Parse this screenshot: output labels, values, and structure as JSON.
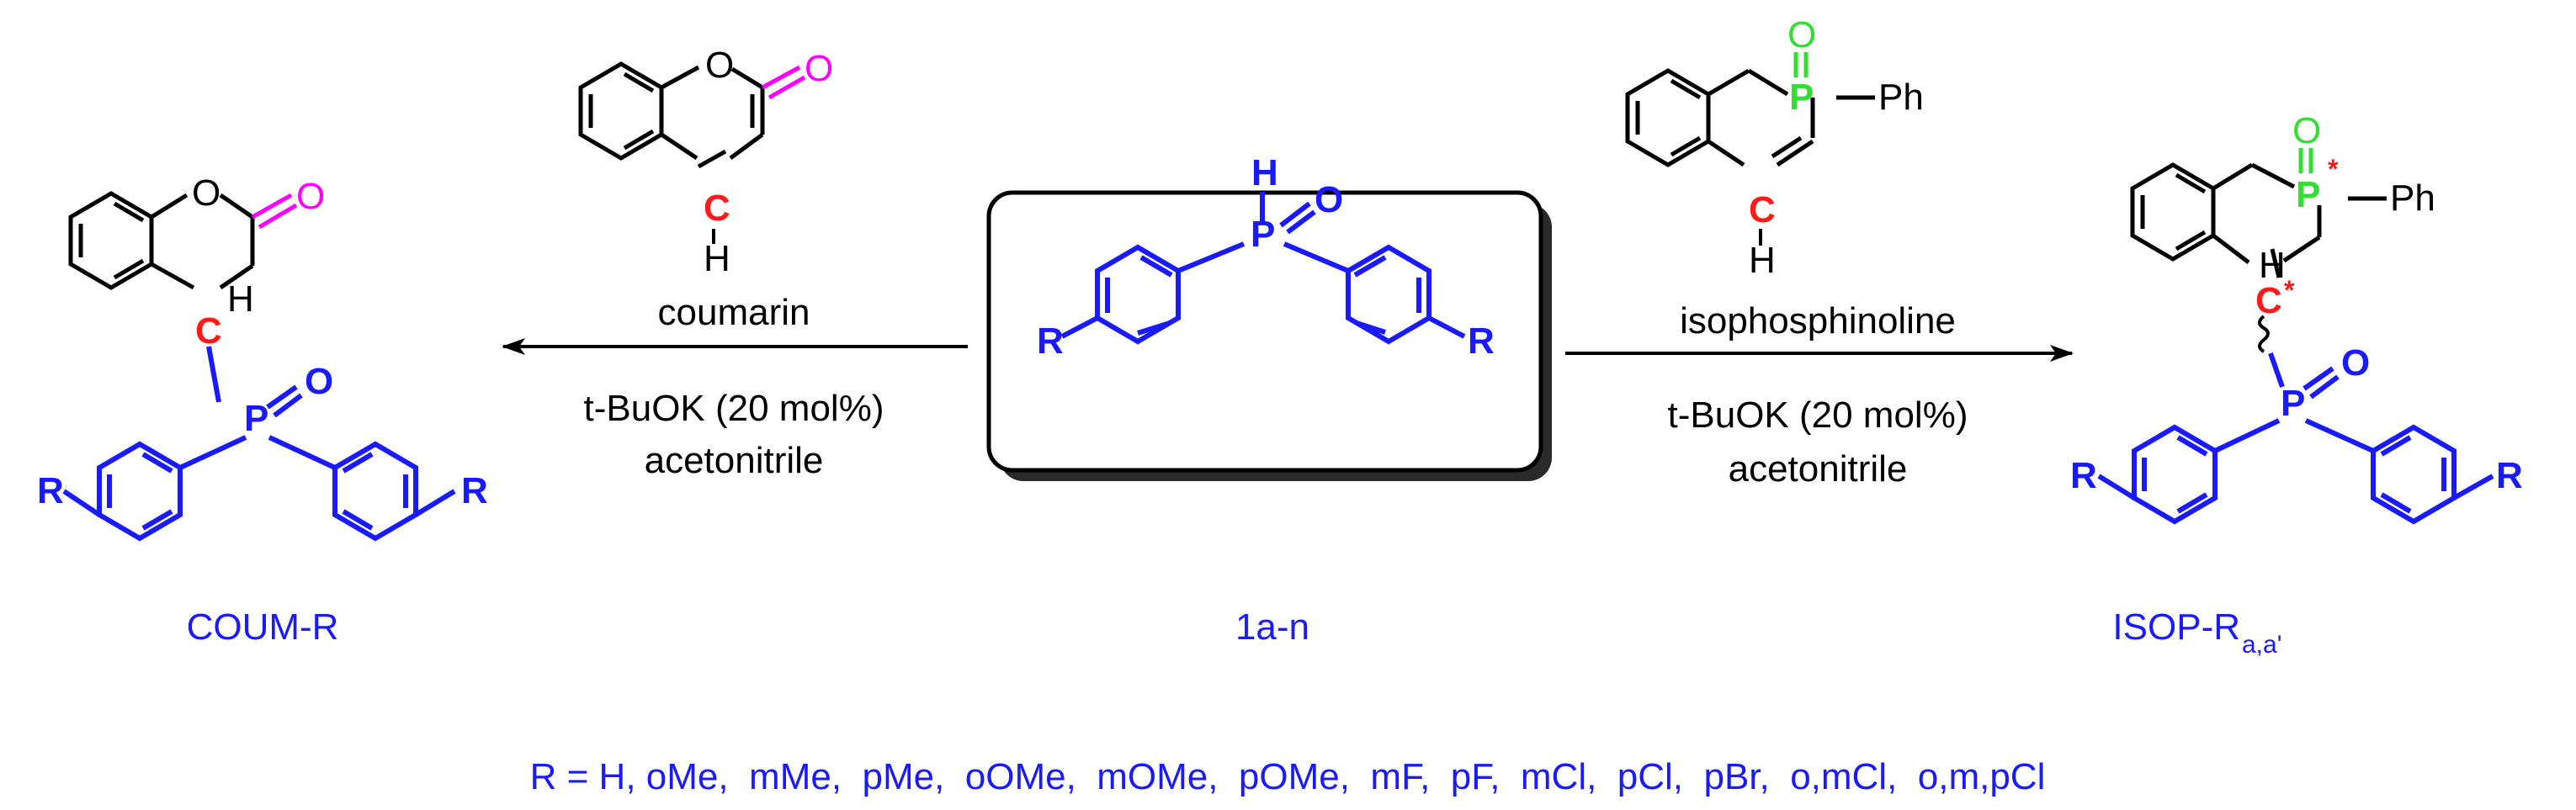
{
  "colors": {
    "bond": "#000000",
    "product_core": "#1a1aff",
    "carbonyl_O": "#ff00ff",
    "reactive_C": "#ff1a1a",
    "phosphinoyl_PO": "#33dd33"
  },
  "reagents": {
    "coumarin": {
      "name": "coumarin",
      "atom_O_ring": "O",
      "atom_O_carbonyl": "O",
      "atom_C": "C",
      "atom_H": "H"
    },
    "isophosphinoline": {
      "name": "isophosphinoline",
      "atom_O": "O",
      "atom_P": "P",
      "atom_Ph": "Ph",
      "atom_C": "C",
      "atom_H": "H"
    }
  },
  "reactions": {
    "left": {
      "conditions_line1": "t-BuOK (20 mol%)",
      "conditions_line2": "acetonitrile"
    },
    "right": {
      "conditions_line1": "t-BuOK (20 mol%)",
      "conditions_line2": "acetonitrile"
    }
  },
  "compounds": {
    "start": {
      "label": "1a-n",
      "atom_H": "H",
      "atom_P": "P",
      "atom_O": "O",
      "sub_left": "R",
      "sub_right": "R"
    },
    "coum": {
      "label": "COUM-R",
      "atom_O_ring": "O",
      "atom_O_carbonyl": "O",
      "atom_H": "H",
      "atom_C": "C",
      "atom_P": "P",
      "atom_O_P": "O",
      "sub_left": "R",
      "sub_right": "R"
    },
    "isop": {
      "label_main": "ISOP-R",
      "label_sub": "a,a'",
      "atom_O_top": "O",
      "atom_P_top": "P",
      "star_P": "*",
      "atom_Ph": "Ph",
      "atom_H": "H",
      "atom_C": "C",
      "star_C": "*",
      "atom_P": "P",
      "atom_O_P": "O",
      "sub_left": "R",
      "sub_right": "R"
    }
  },
  "substituents_line": "R = H, oMe,  mMe,  pMe,  oOMe,  mOMe,  pOMe,  mF,  pF,  mCl,  pCl,  pBr,  o,mCl,  o,m,pCl"
}
